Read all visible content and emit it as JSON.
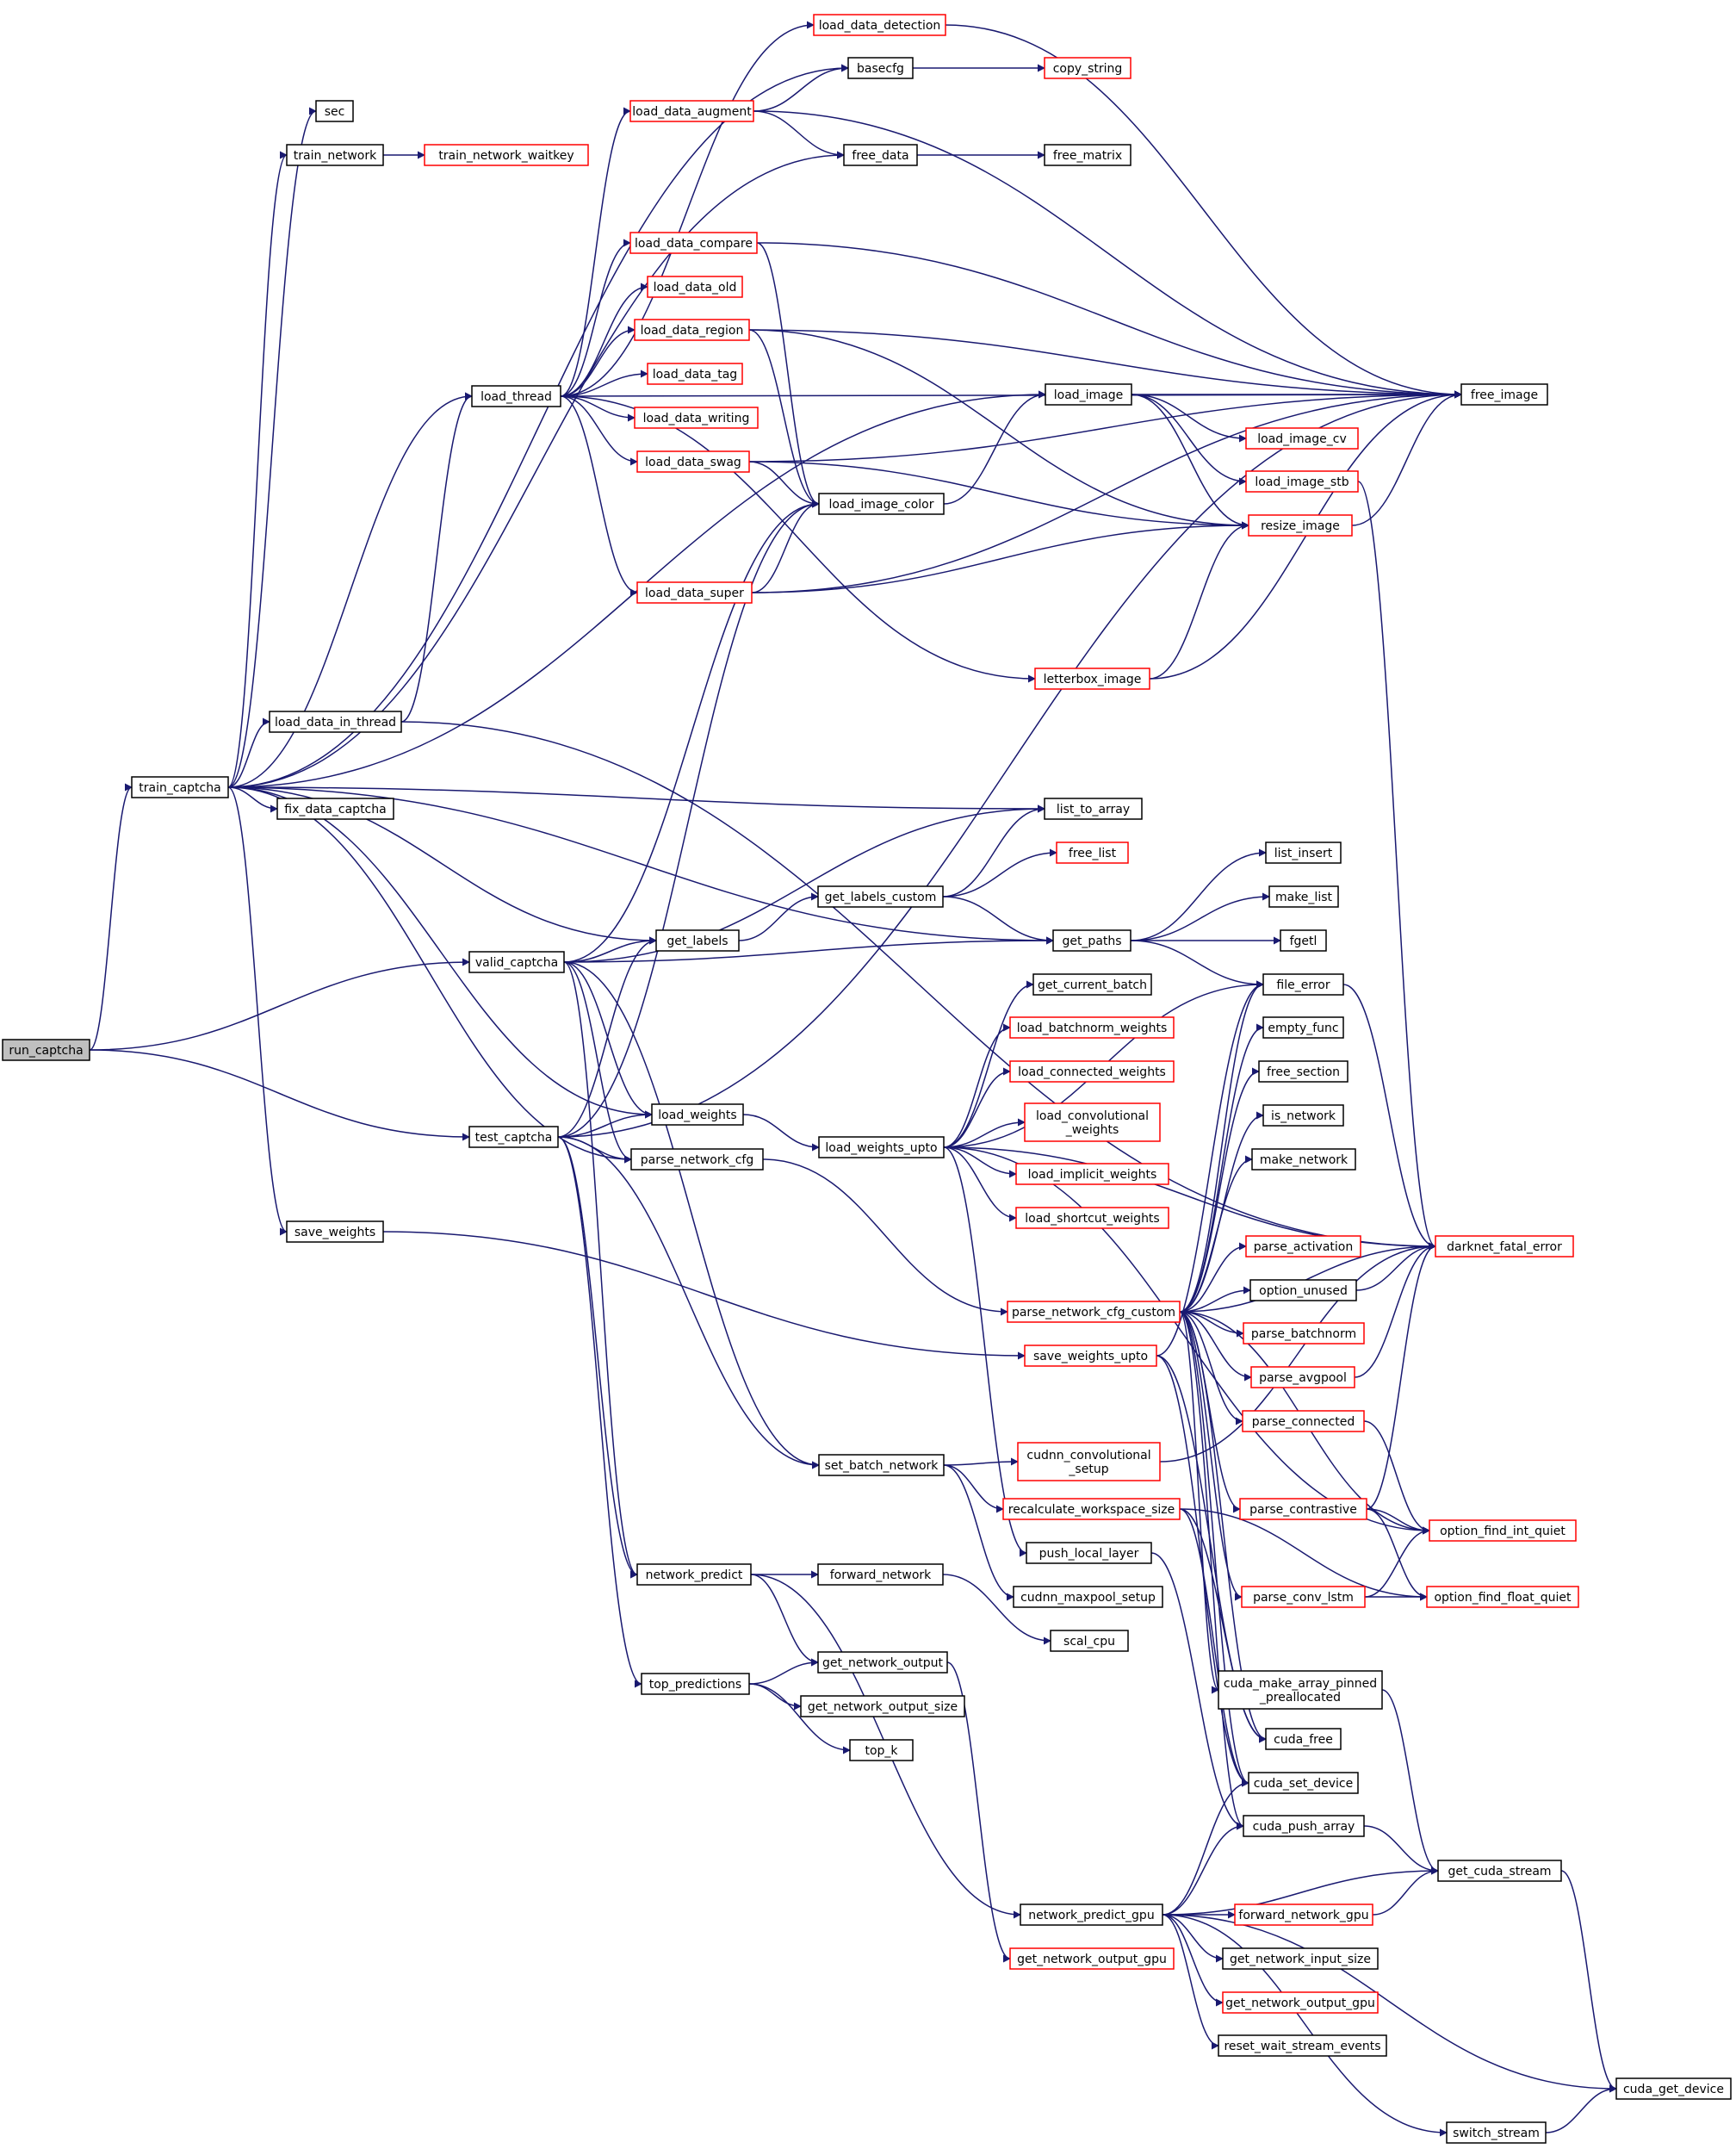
{
  "colors": {
    "edge": "#191970",
    "node_border_default": "#000000",
    "node_border_linked": "#ff0000",
    "root_fill": "#bfbfbf",
    "node_fill": "#ffffff",
    "text": "#000000"
  },
  "nodes": [
    {
      "id": "run_captcha",
      "label": "run_captcha",
      "style": "root"
    },
    {
      "id": "train_captcha",
      "label": "train_captcha",
      "style": "plain"
    },
    {
      "id": "valid_captcha",
      "label": "valid_captcha",
      "style": "plain"
    },
    {
      "id": "test_captcha",
      "label": "test_captcha",
      "style": "plain"
    },
    {
      "id": "sec",
      "label": "sec",
      "style": "plain"
    },
    {
      "id": "train_network",
      "label": "train_network",
      "style": "plain"
    },
    {
      "id": "train_network_waitkey",
      "label": "train_network_waitkey",
      "style": "linked"
    },
    {
      "id": "load_thread",
      "label": "load_thread",
      "style": "plain"
    },
    {
      "id": "load_data_in_thread",
      "label": "load_data_in_thread",
      "style": "plain"
    },
    {
      "id": "fix_data_captcha",
      "label": "fix_data_captcha",
      "style": "plain"
    },
    {
      "id": "save_weights",
      "label": "save_weights",
      "style": "plain"
    },
    {
      "id": "load_data_detection",
      "label": "load_data_detection",
      "style": "linked"
    },
    {
      "id": "basecfg",
      "label": "basecfg",
      "style": "plain"
    },
    {
      "id": "copy_string",
      "label": "copy_string",
      "style": "linked"
    },
    {
      "id": "load_data_augment",
      "label": "load_data_augment",
      "style": "linked"
    },
    {
      "id": "free_data",
      "label": "free_data",
      "style": "plain"
    },
    {
      "id": "free_matrix",
      "label": "free_matrix",
      "style": "plain"
    },
    {
      "id": "load_data_compare",
      "label": "load_data_compare",
      "style": "linked"
    },
    {
      "id": "load_data_old",
      "label": "load_data_old",
      "style": "linked"
    },
    {
      "id": "load_data_region",
      "label": "load_data_region",
      "style": "linked"
    },
    {
      "id": "load_data_tag",
      "label": "load_data_tag",
      "style": "linked"
    },
    {
      "id": "load_data_writing",
      "label": "load_data_writing",
      "style": "linked"
    },
    {
      "id": "load_data_swag",
      "label": "load_data_swag",
      "style": "linked"
    },
    {
      "id": "load_data_super",
      "label": "load_data_super",
      "style": "linked"
    },
    {
      "id": "load_image",
      "label": "load_image",
      "style": "plain"
    },
    {
      "id": "free_image",
      "label": "free_image",
      "style": "plain"
    },
    {
      "id": "load_image_cv",
      "label": "load_image_cv",
      "style": "linked"
    },
    {
      "id": "load_image_stb",
      "label": "load_image_stb",
      "style": "linked"
    },
    {
      "id": "load_image_color",
      "label": "load_image_color",
      "style": "plain"
    },
    {
      "id": "resize_image",
      "label": "resize_image",
      "style": "linked"
    },
    {
      "id": "letterbox_image",
      "label": "letterbox_image",
      "style": "linked"
    },
    {
      "id": "list_to_array",
      "label": "list_to_array",
      "style": "plain"
    },
    {
      "id": "get_labels_custom",
      "label": "get_labels_custom",
      "style": "plain"
    },
    {
      "id": "free_list",
      "label": "free_list",
      "style": "linked"
    },
    {
      "id": "get_labels",
      "label": "get_labels",
      "style": "plain"
    },
    {
      "id": "get_paths",
      "label": "get_paths",
      "style": "plain"
    },
    {
      "id": "list_insert",
      "label": "list_insert",
      "style": "plain"
    },
    {
      "id": "make_list",
      "label": "make_list",
      "style": "plain"
    },
    {
      "id": "fgetl",
      "label": "fgetl",
      "style": "plain"
    },
    {
      "id": "file_error",
      "label": "file_error",
      "style": "plain"
    },
    {
      "id": "get_current_batch",
      "label": "get_current_batch",
      "style": "plain"
    },
    {
      "id": "load_batchnorm_weights",
      "label": "load_batchnorm_weights",
      "style": "linked"
    },
    {
      "id": "load_connected_weights",
      "label": "load_connected_weights",
      "style": "linked"
    },
    {
      "id": "load_convolutional_weights",
      "label": [
        "load_convolutional",
        "_weights"
      ],
      "style": "linked"
    },
    {
      "id": "load_implicit_weights",
      "label": "load_implicit_weights",
      "style": "linked"
    },
    {
      "id": "load_shortcut_weights",
      "label": "load_shortcut_weights",
      "style": "linked"
    },
    {
      "id": "load_weights",
      "label": "load_weights",
      "style": "plain"
    },
    {
      "id": "load_weights_upto",
      "label": "load_weights_upto",
      "style": "plain"
    },
    {
      "id": "parse_network_cfg",
      "label": "parse_network_cfg",
      "style": "plain"
    },
    {
      "id": "empty_func",
      "label": "empty_func",
      "style": "plain"
    },
    {
      "id": "free_section",
      "label": "free_section",
      "style": "plain"
    },
    {
      "id": "is_network",
      "label": "is_network",
      "style": "plain"
    },
    {
      "id": "make_network",
      "label": "make_network",
      "style": "plain"
    },
    {
      "id": "darknet_fatal_error",
      "label": "darknet_fatal_error",
      "style": "linked"
    },
    {
      "id": "parse_activation",
      "label": "parse_activation",
      "style": "linked"
    },
    {
      "id": "parse_network_cfg_custom",
      "label": "parse_network_cfg_custom",
      "style": "linked"
    },
    {
      "id": "option_unused",
      "label": "option_unused",
      "style": "plain"
    },
    {
      "id": "parse_batchnorm",
      "label": "parse_batchnorm",
      "style": "linked"
    },
    {
      "id": "save_weights_upto",
      "label": "save_weights_upto",
      "style": "linked"
    },
    {
      "id": "parse_avgpool",
      "label": "parse_avgpool",
      "style": "linked"
    },
    {
      "id": "parse_connected",
      "label": "parse_connected",
      "style": "linked"
    },
    {
      "id": "cudnn_convolutional_setup",
      "label": [
        "cudnn_convolutional",
        "_setup"
      ],
      "style": "linked"
    },
    {
      "id": "set_batch_network",
      "label": "set_batch_network",
      "style": "plain"
    },
    {
      "id": "recalculate_workspace_size",
      "label": "recalculate_workspace_size",
      "style": "linked"
    },
    {
      "id": "parse_contrastive",
      "label": "parse_contrastive",
      "style": "linked"
    },
    {
      "id": "option_find_int_quiet",
      "label": "option_find_int_quiet",
      "style": "linked"
    },
    {
      "id": "push_local_layer",
      "label": "push_local_layer",
      "style": "plain"
    },
    {
      "id": "network_predict",
      "label": "network_predict",
      "style": "plain"
    },
    {
      "id": "forward_network",
      "label": "forward_network",
      "style": "plain"
    },
    {
      "id": "parse_conv_lstm",
      "label": "parse_conv_lstm",
      "style": "linked"
    },
    {
      "id": "option_find_float_quiet",
      "label": "option_find_float_quiet",
      "style": "linked"
    },
    {
      "id": "cudnn_maxpool_setup",
      "label": "cudnn_maxpool_setup",
      "style": "plain"
    },
    {
      "id": "scal_cpu",
      "label": "scal_cpu",
      "style": "plain"
    },
    {
      "id": "top_predictions",
      "label": "top_predictions",
      "style": "plain"
    },
    {
      "id": "get_network_output",
      "label": "get_network_output",
      "style": "plain"
    },
    {
      "id": "cuda_make_array_pinned_preallocated",
      "label": [
        "cuda_make_array_pinned",
        "_preallocated"
      ],
      "style": "plain"
    },
    {
      "id": "get_network_output_size",
      "label": "get_network_output_size",
      "style": "plain"
    },
    {
      "id": "cuda_free",
      "label": "cuda_free",
      "style": "plain"
    },
    {
      "id": "top_k",
      "label": "top_k",
      "style": "plain"
    },
    {
      "id": "cuda_set_device",
      "label": "cuda_set_device",
      "style": "plain"
    },
    {
      "id": "cuda_push_array",
      "label": "cuda_push_array",
      "style": "plain"
    },
    {
      "id": "get_cuda_stream",
      "label": "get_cuda_stream",
      "style": "plain"
    },
    {
      "id": "network_predict_gpu",
      "label": "network_predict_gpu",
      "style": "plain"
    },
    {
      "id": "forward_network_gpu",
      "label": "forward_network_gpu",
      "style": "linked"
    },
    {
      "id": "get_network_output_gpu_a",
      "label": "get_network_output_gpu",
      "style": "linked"
    },
    {
      "id": "get_network_input_size",
      "label": "get_network_input_size",
      "style": "plain"
    },
    {
      "id": "get_network_output_gpu_b",
      "label": "get_network_output_gpu",
      "style": "linked"
    },
    {
      "id": "reset_wait_stream_events",
      "label": "reset_wait_stream_events",
      "style": "plain"
    },
    {
      "id": "cuda_get_device",
      "label": "cuda_get_device",
      "style": "plain"
    },
    {
      "id": "switch_stream",
      "label": "switch_stream",
      "style": "plain"
    }
  ],
  "edges": [
    [
      "run_captcha",
      "train_captcha"
    ],
    [
      "run_captcha",
      "valid_captcha"
    ],
    [
      "run_captcha",
      "test_captcha"
    ],
    [
      "train_captcha",
      "basecfg"
    ],
    [
      "train_captcha",
      "sec"
    ],
    [
      "train_captcha",
      "train_network"
    ],
    [
      "train_captcha",
      "free_data"
    ],
    [
      "train_captcha",
      "load_image"
    ],
    [
      "train_captcha",
      "load_thread"
    ],
    [
      "train_captcha",
      "load_data_in_thread"
    ],
    [
      "train_captcha",
      "fix_data_captcha"
    ],
    [
      "train_captcha",
      "list_to_array"
    ],
    [
      "train_captcha",
      "get_paths"
    ],
    [
      "train_captcha",
      "get_labels"
    ],
    [
      "train_captcha",
      "load_weights"
    ],
    [
      "train_captcha",
      "parse_network_cfg"
    ],
    [
      "train_captcha",
      "save_weights"
    ],
    [
      "train_network",
      "train_network_waitkey"
    ],
    [
      "load_data_in_thread",
      "load_thread"
    ],
    [
      "load_data_in_thread",
      "darknet_fatal_error"
    ],
    [
      "save_weights",
      "save_weights_upto"
    ],
    [
      "load_thread",
      "load_data_detection"
    ],
    [
      "load_thread",
      "load_data_augment"
    ],
    [
      "load_thread",
      "load_data_compare"
    ],
    [
      "load_thread",
      "load_data_old"
    ],
    [
      "load_thread",
      "load_data_region"
    ],
    [
      "load_thread",
      "load_data_tag"
    ],
    [
      "load_thread",
      "load_data_writing"
    ],
    [
      "load_thread",
      "load_data_swag"
    ],
    [
      "load_thread",
      "load_data_super"
    ],
    [
      "load_thread",
      "free_image"
    ],
    [
      "load_thread",
      "letterbox_image"
    ],
    [
      "load_data_detection",
      "free_image"
    ],
    [
      "basecfg",
      "copy_string"
    ],
    [
      "load_data_augment",
      "basecfg"
    ],
    [
      "load_data_augment",
      "free_data"
    ],
    [
      "load_data_augment",
      "free_image"
    ],
    [
      "free_data",
      "free_matrix"
    ],
    [
      "load_data_compare",
      "free_image"
    ],
    [
      "load_data_compare",
      "load_image_color"
    ],
    [
      "load_data_region",
      "free_image"
    ],
    [
      "load_data_region",
      "load_image_color"
    ],
    [
      "load_data_region",
      "resize_image"
    ],
    [
      "load_data_swag",
      "free_image"
    ],
    [
      "load_data_swag",
      "load_image_color"
    ],
    [
      "load_data_swag",
      "resize_image"
    ],
    [
      "load_data_super",
      "load_image_color"
    ],
    [
      "load_data_super",
      "resize_image"
    ],
    [
      "load_data_super",
      "free_image"
    ],
    [
      "load_image_color",
      "load_image"
    ],
    [
      "load_image",
      "free_image"
    ],
    [
      "load_image",
      "load_image_cv"
    ],
    [
      "load_image",
      "load_image_stb"
    ],
    [
      "load_image",
      "resize_image"
    ],
    [
      "load_image_stb",
      "darknet_fatal_error"
    ],
    [
      "resize_image",
      "free_image"
    ],
    [
      "letterbox_image",
      "resize_image"
    ],
    [
      "letterbox_image",
      "free_image"
    ],
    [
      "get_labels_custom",
      "list_to_array"
    ],
    [
      "get_labels_custom",
      "free_list"
    ],
    [
      "get_labels_custom",
      "get_paths"
    ],
    [
      "get_labels",
      "get_labels_custom"
    ],
    [
      "get_paths",
      "list_insert"
    ],
    [
      "get_paths",
      "make_list"
    ],
    [
      "get_paths",
      "fgetl"
    ],
    [
      "get_paths",
      "file_error"
    ],
    [
      "file_error",
      "darknet_fatal_error"
    ],
    [
      "valid_captcha",
      "list_to_array"
    ],
    [
      "valid_captcha",
      "get_labels"
    ],
    [
      "valid_captcha",
      "get_paths"
    ],
    [
      "valid_captcha",
      "load_image_color"
    ],
    [
      "valid_captcha",
      "load_weights"
    ],
    [
      "valid_captcha",
      "parse_network_cfg"
    ],
    [
      "valid_captcha",
      "set_batch_network"
    ],
    [
      "valid_captcha",
      "network_predict"
    ],
    [
      "test_captcha",
      "free_image"
    ],
    [
      "test_captcha",
      "get_labels"
    ],
    [
      "test_captcha",
      "load_image_color"
    ],
    [
      "test_captcha",
      "load_weights"
    ],
    [
      "test_captcha",
      "parse_network_cfg"
    ],
    [
      "test_captcha",
      "set_batch_network"
    ],
    [
      "test_captcha",
      "network_predict"
    ],
    [
      "test_captcha",
      "top_predictions"
    ],
    [
      "load_weights",
      "load_weights_upto"
    ],
    [
      "load_weights_upto",
      "get_current_batch"
    ],
    [
      "load_weights_upto",
      "load_batchnorm_weights"
    ],
    [
      "load_weights_upto",
      "load_connected_weights"
    ],
    [
      "load_weights_upto",
      "load_convolutional_weights"
    ],
    [
      "load_weights_upto",
      "load_implicit_weights"
    ],
    [
      "load_weights_upto",
      "load_shortcut_weights"
    ],
    [
      "load_weights_upto",
      "file_error"
    ],
    [
      "load_weights_upto",
      "darknet_fatal_error"
    ],
    [
      "load_weights_upto",
      "push_local_layer"
    ],
    [
      "load_weights_upto",
      "option_find_int_quiet"
    ],
    [
      "parse_network_cfg",
      "parse_network_cfg_custom"
    ],
    [
      "parse_network_cfg_custom",
      "file_error"
    ],
    [
      "parse_network_cfg_custom",
      "empty_func"
    ],
    [
      "parse_network_cfg_custom",
      "free_section"
    ],
    [
      "parse_network_cfg_custom",
      "is_network"
    ],
    [
      "parse_network_cfg_custom",
      "make_network"
    ],
    [
      "parse_network_cfg_custom",
      "darknet_fatal_error"
    ],
    [
      "parse_network_cfg_custom",
      "parse_activation"
    ],
    [
      "parse_network_cfg_custom",
      "option_unused"
    ],
    [
      "parse_network_cfg_custom",
      "parse_batchnorm"
    ],
    [
      "parse_network_cfg_custom",
      "parse_avgpool"
    ],
    [
      "parse_network_cfg_custom",
      "parse_connected"
    ],
    [
      "parse_network_cfg_custom",
      "parse_contrastive"
    ],
    [
      "parse_network_cfg_custom",
      "parse_conv_lstm"
    ],
    [
      "parse_network_cfg_custom",
      "option_find_int_quiet"
    ],
    [
      "parse_network_cfg_custom",
      "cuda_make_array_pinned_preallocated"
    ],
    [
      "parse_network_cfg_custom",
      "cuda_free"
    ],
    [
      "parse_network_cfg_custom",
      "cuda_set_device"
    ],
    [
      "parse_network_cfg_custom",
      "cuda_push_array"
    ],
    [
      "option_unused",
      "darknet_fatal_error"
    ],
    [
      "parse_avgpool",
      "darknet_fatal_error"
    ],
    [
      "parse_connected",
      "option_find_int_quiet"
    ],
    [
      "parse_contrastive",
      "darknet_fatal_error"
    ],
    [
      "parse_contrastive",
      "option_find_int_quiet"
    ],
    [
      "parse_contrastive",
      "option_find_float_quiet"
    ],
    [
      "parse_conv_lstm",
      "option_find_int_quiet"
    ],
    [
      "parse_conv_lstm",
      "option_find_float_quiet"
    ],
    [
      "save_weights_upto",
      "file_error"
    ],
    [
      "save_weights_upto",
      "cuda_set_device"
    ],
    [
      "save_weights_upto",
      "cuda_free"
    ],
    [
      "set_batch_network",
      "cudnn_convolutional_setup"
    ],
    [
      "set_batch_network",
      "recalculate_workspace_size"
    ],
    [
      "set_batch_network",
      "cudnn_maxpool_setup"
    ],
    [
      "cudnn_convolutional_setup",
      "darknet_fatal_error"
    ],
    [
      "recalculate_workspace_size",
      "cuda_free"
    ],
    [
      "recalculate_workspace_size",
      "cuda_set_device"
    ],
    [
      "recalculate_workspace_size",
      "option_find_float_quiet"
    ],
    [
      "push_local_layer",
      "cuda_push_array"
    ],
    [
      "network_predict",
      "forward_network"
    ],
    [
      "network_predict",
      "get_network_output"
    ],
    [
      "network_predict",
      "network_predict_gpu"
    ],
    [
      "forward_network",
      "scal_cpu"
    ],
    [
      "top_predictions",
      "get_network_output"
    ],
    [
      "top_predictions",
      "get_network_output_size"
    ],
    [
      "top_predictions",
      "top_k"
    ],
    [
      "get_network_output",
      "get_network_output_gpu_a"
    ],
    [
      "cuda_make_array_pinned_preallocated",
      "get_cuda_stream"
    ],
    [
      "cuda_push_array",
      "get_cuda_stream"
    ],
    [
      "get_cuda_stream",
      "cuda_get_device"
    ],
    [
      "network_predict_gpu",
      "cuda_set_device"
    ],
    [
      "network_predict_gpu",
      "cuda_push_array"
    ],
    [
      "network_predict_gpu",
      "get_cuda_stream"
    ],
    [
      "network_predict_gpu",
      "forward_network_gpu"
    ],
    [
      "network_predict_gpu",
      "get_network_input_size"
    ],
    [
      "network_predict_gpu",
      "get_network_output_gpu_b"
    ],
    [
      "network_predict_gpu",
      "reset_wait_stream_events"
    ],
    [
      "network_predict_gpu",
      "cuda_get_device"
    ],
    [
      "network_predict_gpu",
      "switch_stream"
    ],
    [
      "forward_network_gpu",
      "get_cuda_stream"
    ],
    [
      "switch_stream",
      "cuda_get_device"
    ]
  ]
}
